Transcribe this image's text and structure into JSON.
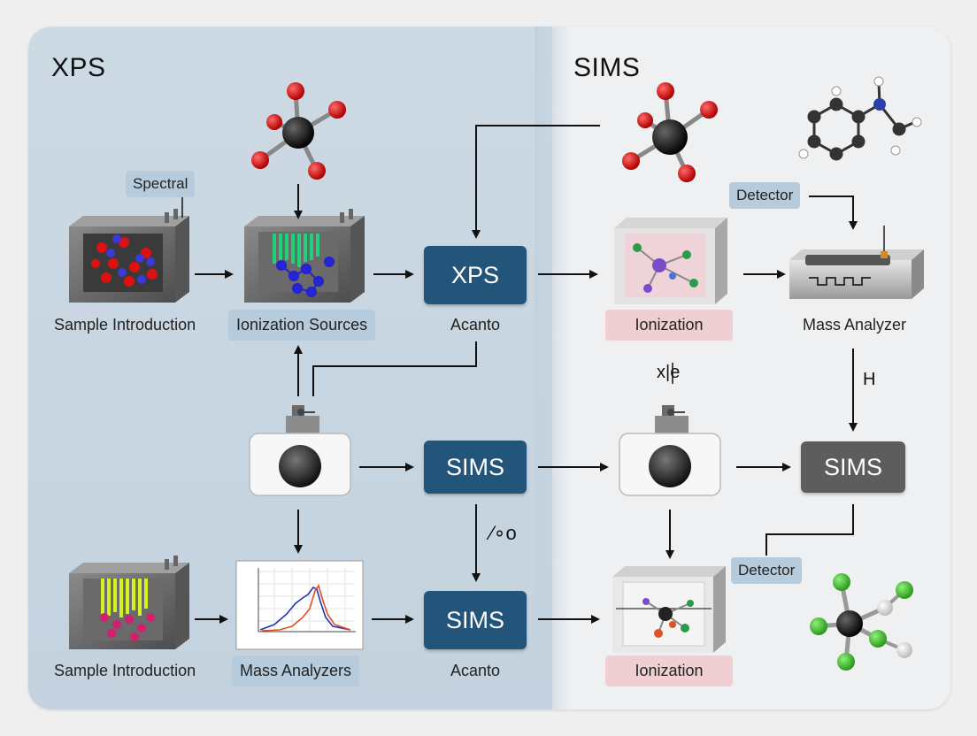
{
  "sections": {
    "left_title": "XPS",
    "right_title": "SIMS"
  },
  "labels": {
    "spectral": "Spectral",
    "sample_intro_top": "Sample Introduction",
    "ionization_sources": "Ionization Sources",
    "acanto_top": "Acanto",
    "ionization_top": "Ionization",
    "mass_analyzer": "Mass Analyzer",
    "detector_top": "Detector",
    "sample_intro_bottom": "Sample Introduction",
    "mass_analyzers": "Mass Analyzers",
    "acanto_bottom": "Acanto",
    "ionization_bottom": "Ionization",
    "detector_bottom": "Detector"
  },
  "boxes": {
    "xps": "XPS",
    "sims_mid": "SIMS",
    "sims_bottom": "SIMS",
    "sims_gray": "SIMS"
  },
  "annotations": {
    "xe": "x|e",
    "h": "H",
    "percent": "⁄∘o"
  },
  "colors": {
    "navy_box": "#23547a",
    "gray_box": "#5d5d5d",
    "blue_tag": "#b6ccdd",
    "pink_tag": "#f0cfd2",
    "xps_panel": "#c7d5e0"
  },
  "icons": [
    "molecule-icon",
    "instrument-chamber-icon",
    "camera-source-icon",
    "spectrum-plot-icon",
    "mass-analyzer-icon"
  ]
}
